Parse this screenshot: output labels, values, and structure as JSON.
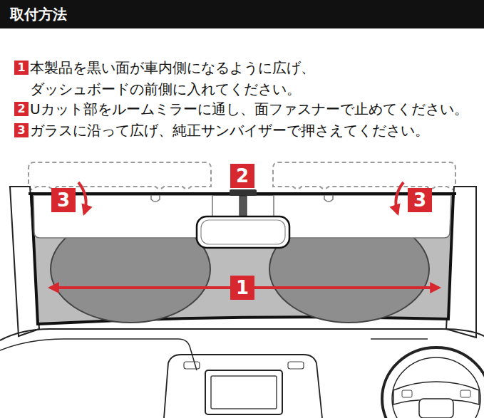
{
  "diagram": {
    "title": "取付方法",
    "labels": [
      "1",
      "本製品を黒い面が車内側になるように広げ、 ダッシュボードの前側に入れてください。",
      "2",
      "Uカット部をルームミラーに通し、面ファスナーで止めてください。",
      "3",
      "ガラスに沿って広げ、純正サンバイザーで押さえてください。",
      "2",
      "3",
      "3",
      "1"
    ]
  }
}
